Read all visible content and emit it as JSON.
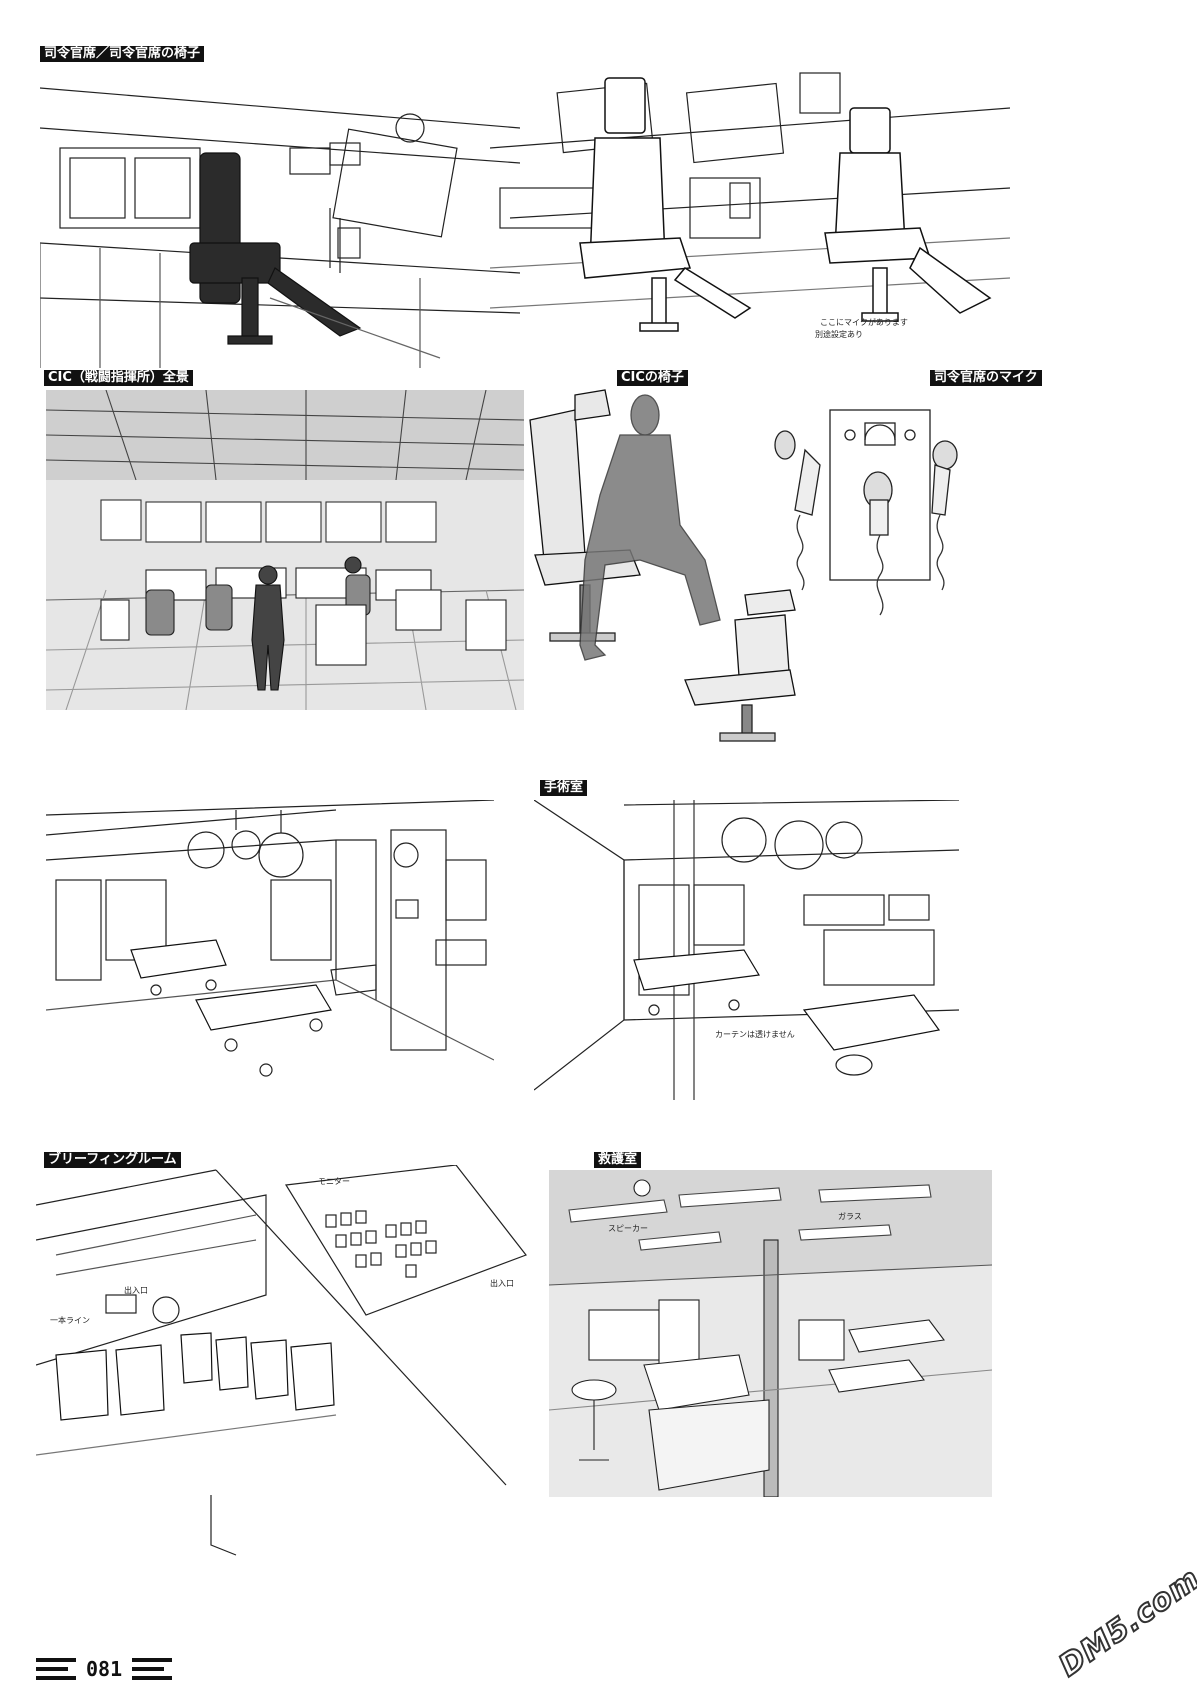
{
  "sections": {
    "commander_seat": "司令官席／司令官席の椅子",
    "cic_overview": "CIC（戦闘指揮所）全景",
    "cic_chair": "CICの椅子",
    "commander_mic": "司令官席のマイク",
    "operating_room": "手術室",
    "briefing_room": "ブリーフィングルーム",
    "rescue_room": "救護室"
  },
  "annotations": {
    "mic_note_1": "ここにマイクがあります",
    "mic_note_2": "別途設定あり",
    "curtain_note": "カーテンは透けません",
    "monitor": "モニター",
    "entrance": "出入口",
    "entrance_2": "出入口",
    "line": "一本ライン",
    "speaker": "スピーカー",
    "glass": "ガラス"
  },
  "footer": {
    "page_number": "081"
  },
  "watermark": "DM5.com"
}
